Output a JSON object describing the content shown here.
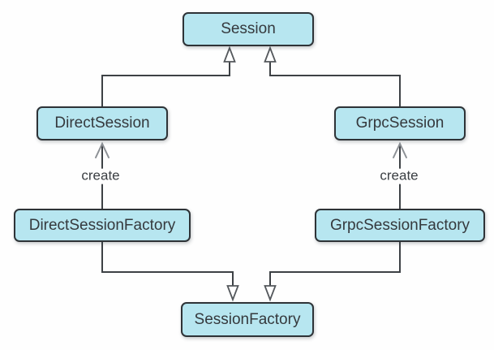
{
  "diagram": {
    "type": "uml-class-diagram",
    "colors": {
      "node_fill": "#b7e6f0",
      "node_border": "#2e3337",
      "edge_line": "#3d4145",
      "triangle_arrow_outline": "#54585c",
      "open_arrow": "#8d9196",
      "label_text": "#35393d",
      "background": "#fefefe"
    },
    "nodes": [
      {
        "id": "session",
        "label": "Session"
      },
      {
        "id": "direct-session",
        "label": "DirectSession"
      },
      {
        "id": "grpc-session",
        "label": "GrpcSession"
      },
      {
        "id": "direct-session-factory",
        "label": "DirectSessionFactory"
      },
      {
        "id": "grpc-session-factory",
        "label": "GrpcSessionFactory"
      },
      {
        "id": "session-factory",
        "label": "SessionFactory"
      }
    ],
    "edges": [
      {
        "from": "DirectSession",
        "to": "Session",
        "type": "generalization",
        "label": ""
      },
      {
        "from": "GrpcSession",
        "to": "Session",
        "type": "generalization",
        "label": ""
      },
      {
        "from": "DirectSessionFactory",
        "to": "DirectSession",
        "type": "create-dependency",
        "label": "create"
      },
      {
        "from": "GrpcSessionFactory",
        "to": "GrpcSession",
        "type": "create-dependency",
        "label": "create"
      },
      {
        "from": "DirectSessionFactory",
        "to": "SessionFactory",
        "type": "realization",
        "label": ""
      },
      {
        "from": "GrpcSessionFactory",
        "to": "SessionFactory",
        "type": "realization",
        "label": ""
      }
    ]
  }
}
